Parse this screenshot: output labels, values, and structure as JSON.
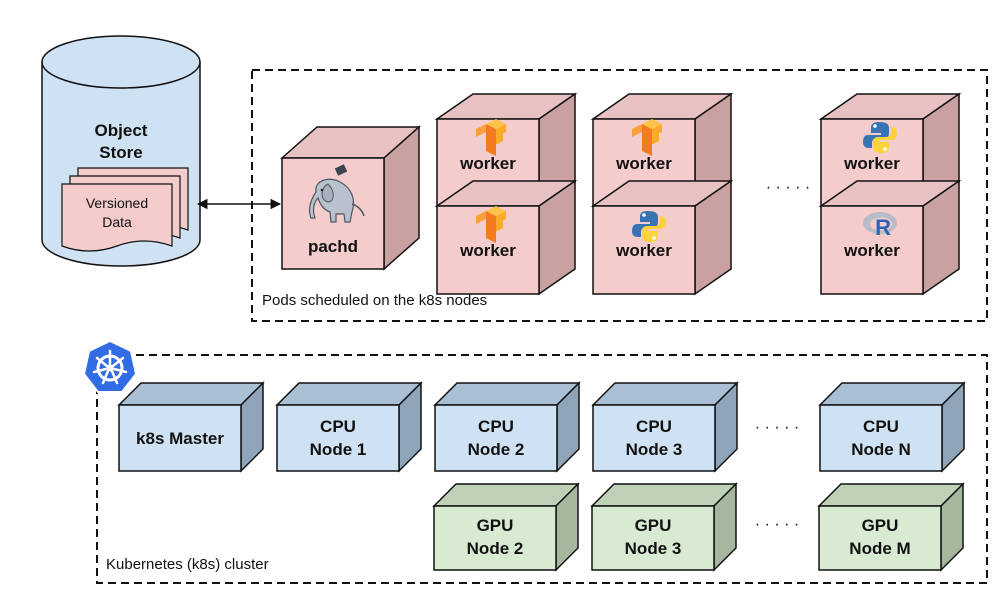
{
  "object_store": {
    "title_line1": "Object",
    "title_line2": "Store",
    "doc_line1": "Versioned",
    "doc_line2": "Data"
  },
  "pods_region": {
    "label": "Pods scheduled on the k8s nodes",
    "pachd_label": "pachd",
    "worker_label": "worker",
    "ellipsis": "· · · · ·"
  },
  "cluster_region": {
    "label": "Kubernetes (k8s) cluster",
    "master_label": "k8s Master",
    "cpu_nodes": [
      {
        "line1": "CPU",
        "line2": "Node 1"
      },
      {
        "line1": "CPU",
        "line2": "Node 2"
      },
      {
        "line1": "CPU",
        "line2": "Node 3"
      },
      {
        "line1": "CPU",
        "line2": "Node N"
      }
    ],
    "gpu_nodes": [
      {
        "line1": "GPU",
        "line2": "Node 2"
      },
      {
        "line1": "GPU",
        "line2": "Node 3"
      },
      {
        "line1": "GPU",
        "line2": "Node M"
      }
    ],
    "ellipsis": "· · · · ·"
  },
  "colors": {
    "pod_face": "#f4cccc",
    "pod_side": "#c9a1a1",
    "pod_top": "#e8c2c2",
    "cpu_face": "#cfe2f3",
    "cpu_side": "#8ea4b8",
    "cpu_top": "#a9bfd3",
    "gpu_face": "#d9ead3",
    "gpu_side": "#a5b89e",
    "gpu_top": "#bcd1b5",
    "cylinder": "#cfe2f3",
    "doc": "#f4cccc"
  },
  "icons": {
    "tensorflow": "tensorflow-logo-icon",
    "python": "python-logo-icon",
    "r": "r-logo-icon",
    "pachyderm": "pachyderm-elephant-icon",
    "kubernetes": "kubernetes-wheel-icon"
  }
}
